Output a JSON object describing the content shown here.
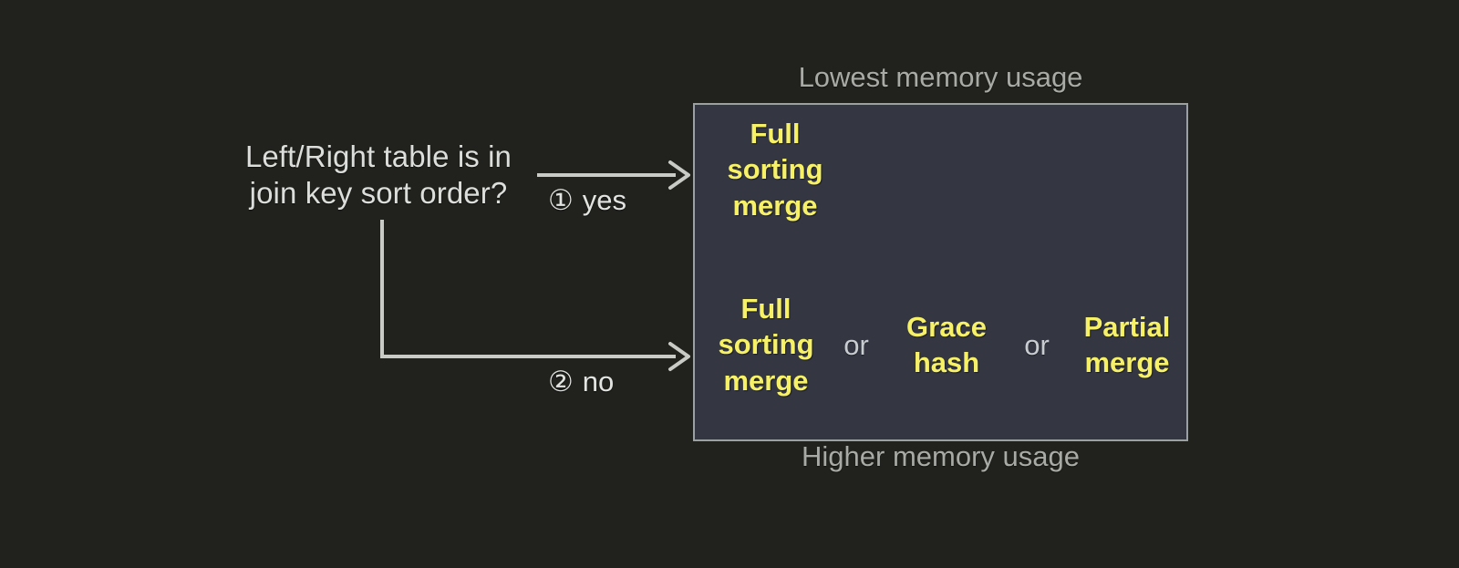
{
  "diagram": {
    "type": "decision-flow",
    "question": "Left/Right table is in\njoin key sort order?",
    "branches": [
      {
        "marker": "①",
        "label": "yes",
        "outcome_index": 0
      },
      {
        "marker": "②",
        "label": "no",
        "outcome_index": 1
      }
    ],
    "panel": {
      "caption_top": "Lowest memory usage",
      "caption_bottom": "Higher memory usage",
      "rows": [
        {
          "options": [
            "Full\nsorting\nmerge"
          ],
          "separators": []
        },
        {
          "options": [
            "Full\nsorting\nmerge",
            "Grace\nhash",
            "Partial\nmerge"
          ],
          "separators": [
            "or",
            "or"
          ]
        }
      ]
    },
    "colors": {
      "background": "#21221e",
      "panel_fill": "#343742",
      "panel_border": "#9ba0a3",
      "option_text": "#f7f168",
      "body_text": "#dcdedb",
      "caption_text": "#a8aaa6",
      "separator_text": "#c9cdd1",
      "connector": "#c9cbc6"
    }
  }
}
